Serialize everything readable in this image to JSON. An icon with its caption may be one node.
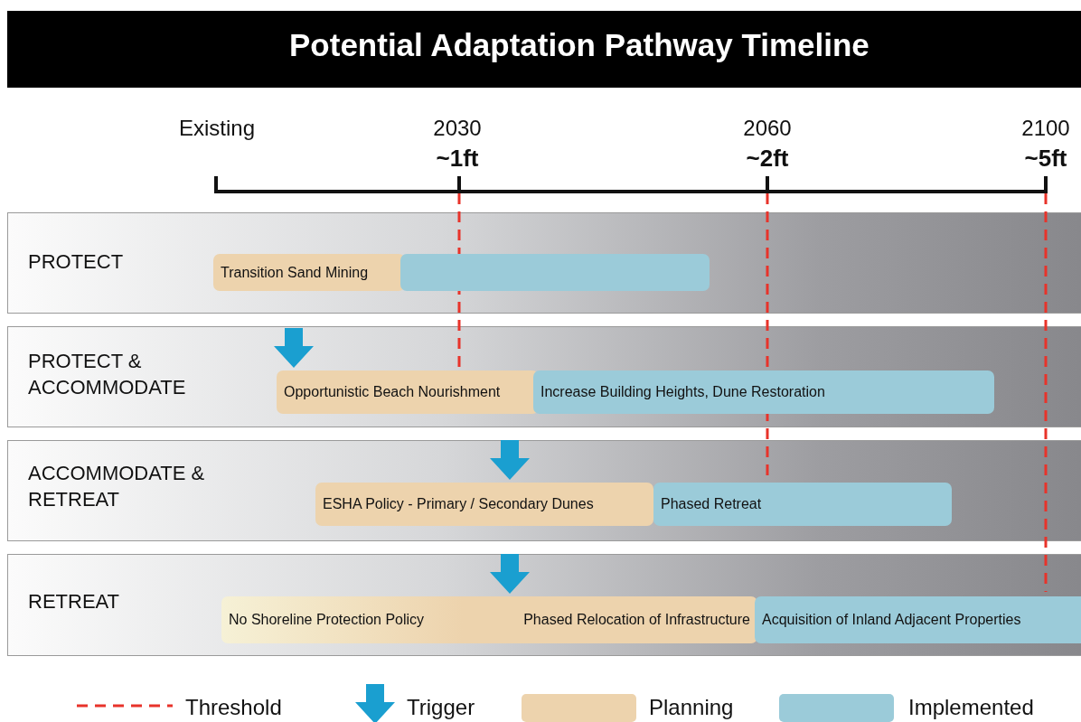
{
  "diagram": {
    "title": "Potential Adaptation Pathway Timeline",
    "nodes": [
      {
        "text": [
          "PROTECT"
        ]
      },
      {
        "text": [
          "Transition Sand Mining"
        ],
        "in": 0
      },
      {
        "text": [],
        "shape": "bar",
        "in": 0
      },
      {
        "text": [
          "PROTECT & ACCOMMODATE"
        ]
      },
      {
        "text": [
          "Opportunistic Beach Nourishment"
        ],
        "in": 3
      },
      {
        "text": [
          "Increase Building Heights, Dune Restoration"
        ],
        "in": 3
      },
      {
        "text": [
          "ACCOMMODATE & RETREAT"
        ]
      },
      {
        "text": [
          "ESHA Policy - Primary / Secondary Dunes"
        ],
        "in": 6
      },
      {
        "text": [
          "Phased Retreat"
        ],
        "in": 6
      },
      {
        "text": [
          "RETREAT"
        ]
      },
      {
        "text": [
          "No Shoreline Protection Policy",
          "Phased Relocation of Infrastructure"
        ],
        "in": 9
      },
      {
        "text": [
          "Acquisition of Inland Adjacent Properties"
        ],
        "in": 9
      }
    ],
    "edges": [
      {
        "from": null,
        "to": 4,
        "arrow": "to"
      },
      {
        "from": null,
        "to": 7,
        "arrow": "to"
      },
      {
        "from": null,
        "to": 10,
        "arrow": "to"
      }
    ],
    "labels": [
      "Existing",
      "2030",
      "~1ft",
      "2060",
      "~2ft",
      "2100",
      "~5ft"
    ],
    "legend": [
      {
        "text": "Threshold"
      },
      {
        "text": "Trigger"
      },
      {
        "text": "Planning",
        "color": "#edd3ad"
      },
      {
        "text": "Implemented",
        "color": "#9bcbd9"
      }
    ]
  }
}
